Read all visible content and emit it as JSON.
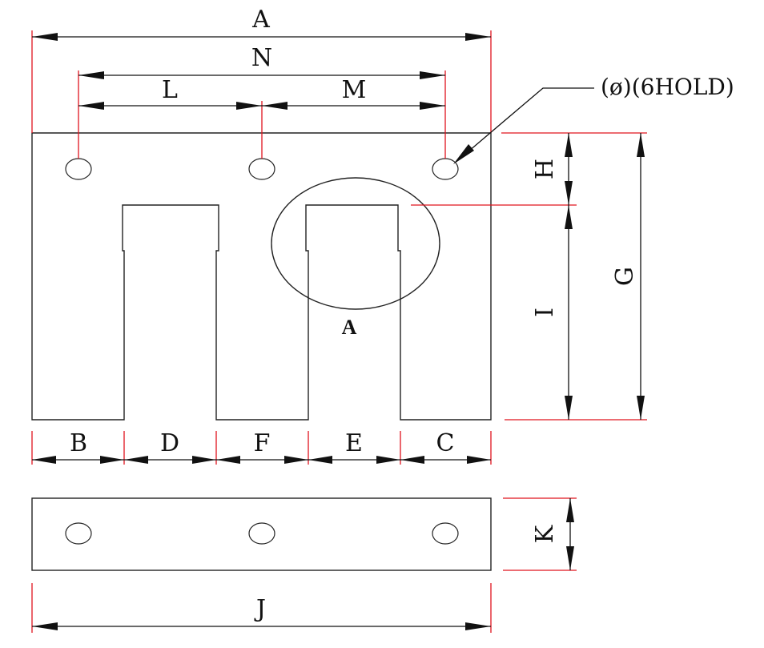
{
  "colors": {
    "extension_line": "#e0141e",
    "outline": "#222222",
    "background": "#ffffff"
  },
  "labels": {
    "A_overall_width": "A",
    "N_outer_hole_pitch": "N",
    "L_left_hole_pitch": "L",
    "M_right_hole_pitch": "M",
    "H_hole_to_slot": "H",
    "I_slot_depth": "I",
    "G_overall_height": "G",
    "B_left_leg": "B",
    "D_left_slot": "D",
    "F_center_leg": "F",
    "E_right_slot": "E",
    "C_right_leg": "C",
    "J_bar_length": "J",
    "K_bar_thickness": "K",
    "detail_A": "A",
    "hole_note": "(ø)(6HOLD)"
  }
}
